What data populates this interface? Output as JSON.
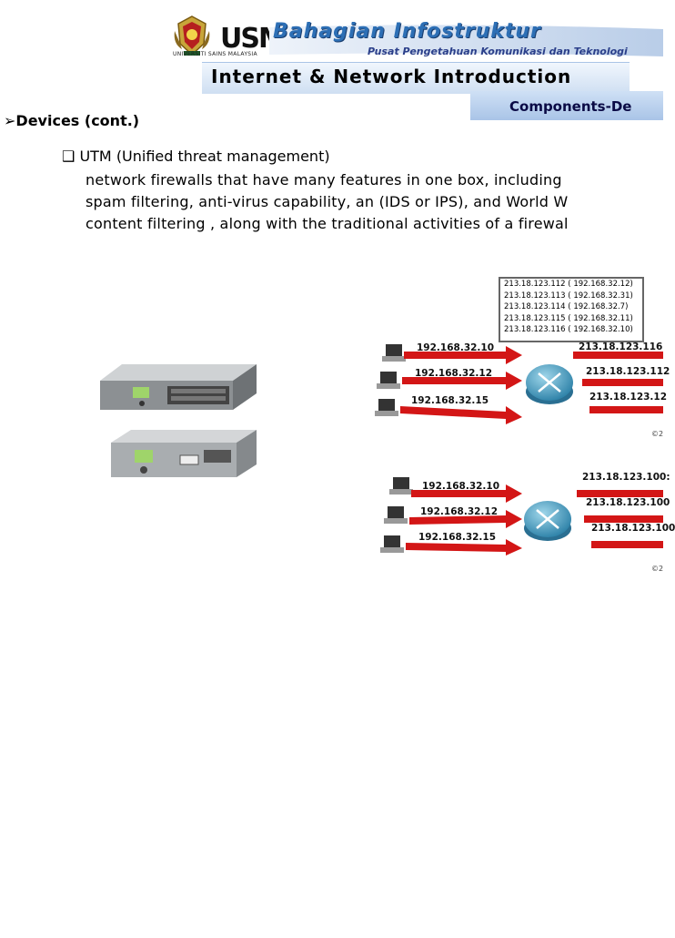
{
  "header": {
    "logo_text": "USM",
    "university": "UNIVERSITI SAINS MALAYSIA",
    "banner_title": "Bahagian Infostruktur",
    "banner_subtitle": "Pusat Pengetahuan Komunikasi dan Teknologi"
  },
  "slide": {
    "title": "Internet & Network Introduction",
    "section": "Components-De",
    "heading_bullet": "➢",
    "heading": "Devices (cont.)",
    "item_bullet": "❑",
    "item_title": "UTM (Unified threat management)",
    "body_lines": [
      "network firewalls that have many features in one box, including",
      "spam filtering, anti-virus capability, an (IDS or IPS), and World W",
      "content filtering , along with the traditional activities of a firewal"
    ]
  },
  "diagram_top": {
    "nat_table": [
      "213.18.123.112 ( 192.168.32.12)",
      "213.18.123.113 ( 192.168.32.31)",
      "213.18.123.114 ( 192.168.32.7)",
      "213.18.123.115 ( 192.168.32.11)",
      "213.18.123.116 ( 192.168.32.10)"
    ],
    "left_ips": [
      "192.168.32.10",
      "192.168.32.12",
      "192.168.32.15"
    ],
    "right_ips": [
      "213.18.123.116",
      "213.18.123.112",
      "213.18.123.12"
    ],
    "copyright": "©2"
  },
  "diagram_bottom": {
    "left_ips": [
      "192.168.32.10",
      "192.168.32.12",
      "192.168.32.15"
    ],
    "right_ips": [
      "213.18.123.100:",
      "213.18.123.100",
      "213.18.123.100"
    ],
    "copyright": "©2"
  },
  "colors": {
    "arrow": "#d31616",
    "router": "#3f9fc4",
    "title_bar": "#cfdff2",
    "banner": "#2d6fb5"
  }
}
